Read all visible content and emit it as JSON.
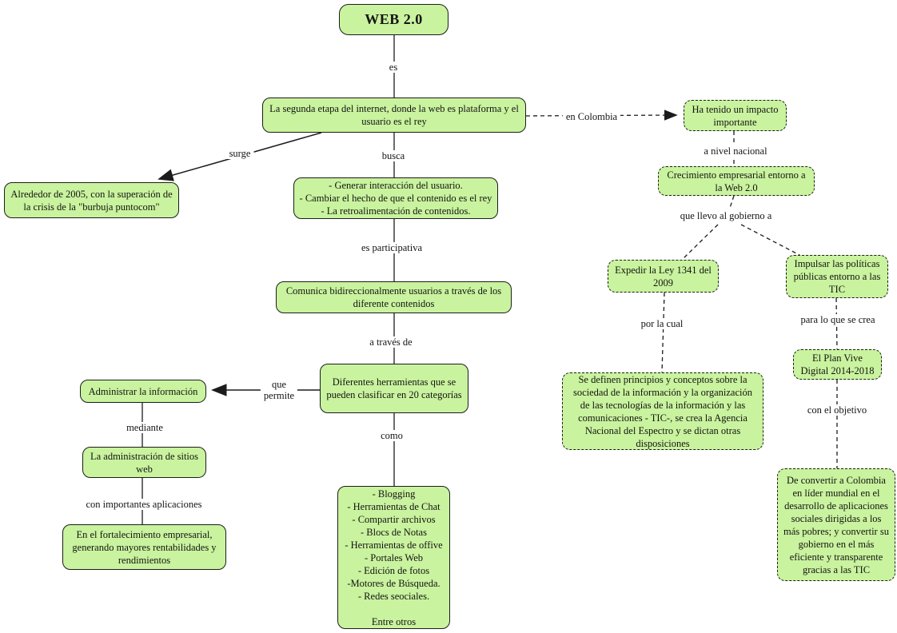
{
  "diagram": {
    "colors": {
      "node_fill": "#c9f39e",
      "node_border": "#1c1c1c",
      "line": "#1c1c1c",
      "background": "#ffffff"
    },
    "nodes": {
      "web20": {
        "label": "WEB 2.0"
      },
      "etapa": {
        "label": "La segunda etapa del internet, donde la web es plataforma y el usuario es el rey"
      },
      "impacto": {
        "label": "Ha tenido un impacto importante"
      },
      "alrededor": {
        "label": "Alrededor de 2005, con la superación de la crisis de la \"burbuja puntocom\""
      },
      "objetivos": {
        "label": "- Generar interacción del usuario.\n- Cambiar el hecho de que el contenido es el rey\n- La retroalimentación de contenidos."
      },
      "comunica": {
        "label": "Comunica bidireccionalmente usuarios a través de los diferente contenidos"
      },
      "herramientas": {
        "label": "Diferentes herramientas que se pueden clasificar en 20 categorías"
      },
      "administrar": {
        "label": "Administrar la información"
      },
      "sitios": {
        "label": "La administración de sitios web"
      },
      "fortalecimiento": {
        "label": "En el fortalecimiento empresarial, generando mayores rentabilidades y rendimientos"
      },
      "categorias": {
        "label": "- Blogging\n- Herramientas de Chat\n- Compartir archivos\n- Blocs de Notas\n- Herramientas de offive\n- Portales Web\n- Edición de fotos\n-Motores de  Búsqueda.\n- Redes seociales.\n\nEntre otros"
      },
      "crecimiento": {
        "label": "Crecimiento empresarial entorno a la Web 2.0"
      },
      "ley": {
        "label": "Expedir la Ley 1341 del 2009"
      },
      "impulsar": {
        "label": "Impulsar las políticas públicas entorno a las TIC"
      },
      "definen": {
        "label": "Se definen principios y conceptos sobre la sociedad de la información y la organización de las tecnologías de la información y las comunicaciones - TIC-, se crea la Agencia Nacional del Espectro y se dictan otras disposiciones"
      },
      "plan": {
        "label": "El Plan Vive Digital 2014-2018"
      },
      "convertir": {
        "label": "De convertir a Colombia en líder mundial en el desarrollo de aplicaciones sociales dirigidas a los más pobres; y convertir su gobierno en el más eficiente y transparente gracias a las TIC"
      }
    },
    "edges": {
      "es": {
        "label": "es"
      },
      "en_colombia": {
        "label": "en Colombia"
      },
      "surge": {
        "label": "surge"
      },
      "busca": {
        "label": "busca"
      },
      "participativa": {
        "label": "es participativa"
      },
      "a_traves": {
        "label": "a través de"
      },
      "que_permite": {
        "label": "que\npermite"
      },
      "mediante": {
        "label": "mediante"
      },
      "aplicaciones": {
        "label": "con importantes aplicaciones"
      },
      "como": {
        "label": "como"
      },
      "nivel_nacional": {
        "label": "a nivel nacional"
      },
      "gobierno": {
        "label": "que llevo al gobierno a"
      },
      "por_la_cual": {
        "label": "por la cual"
      },
      "se_crea": {
        "label": "para lo que se crea"
      },
      "objetivo": {
        "label": "con el objetivo"
      }
    }
  }
}
